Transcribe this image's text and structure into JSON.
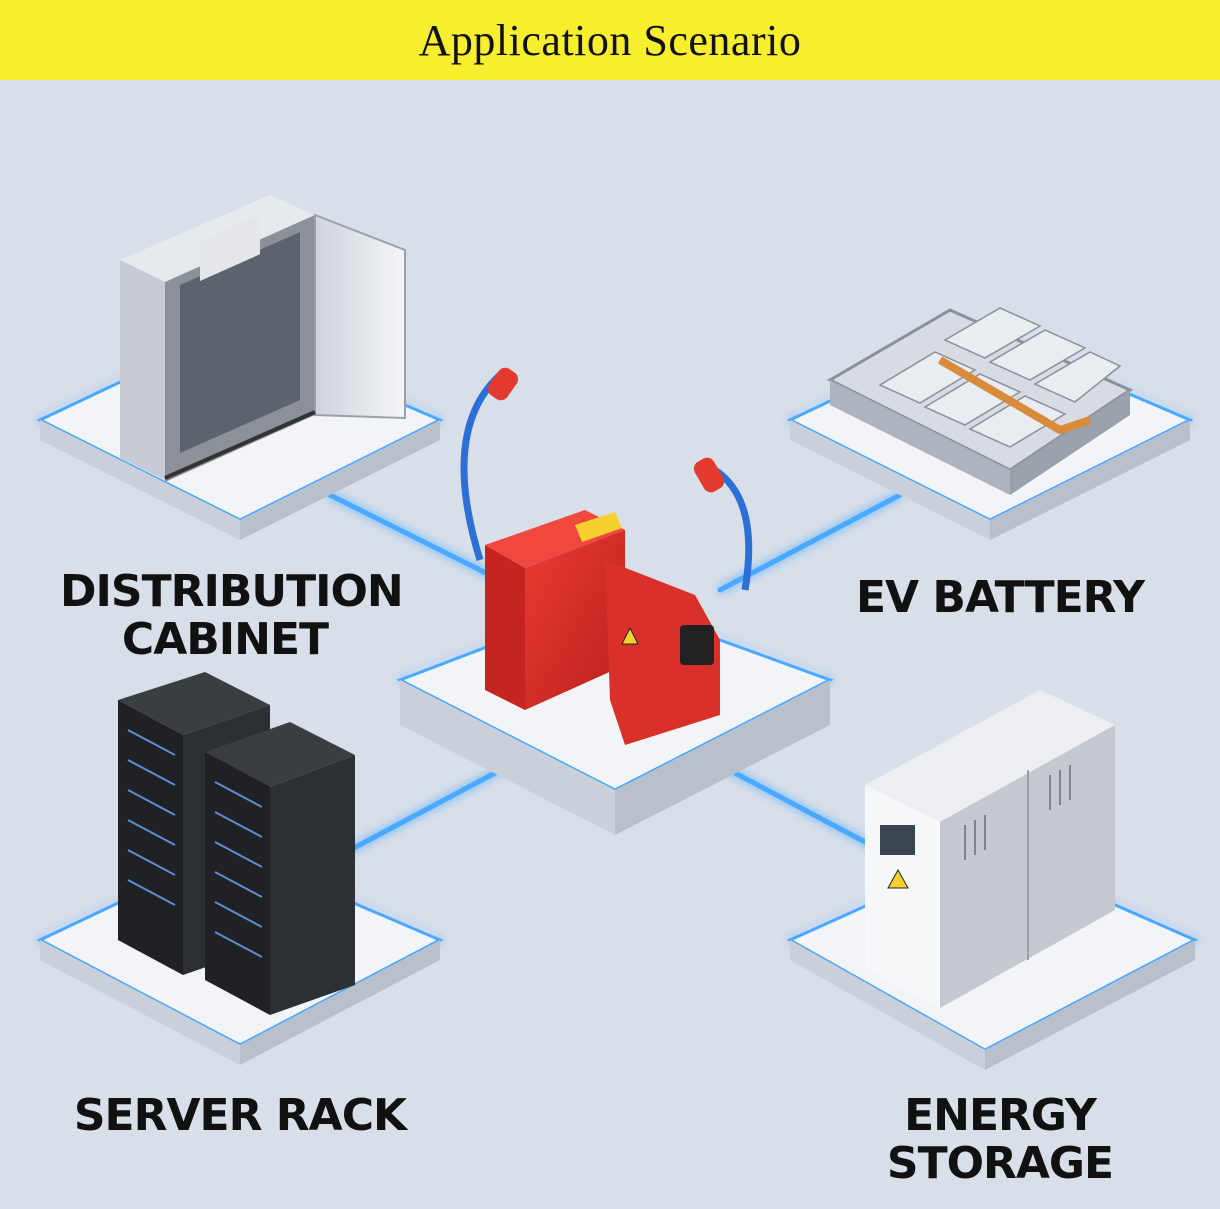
{
  "header": {
    "title": "Application Scenario"
  },
  "nodes": {
    "distribution_cabinet": {
      "label_line1": "DISTRIBUTION",
      "label_line2": "CABINET"
    },
    "ev_battery": {
      "label": "EV BATTERY"
    },
    "server_rack": {
      "label": "SERVER RACK"
    },
    "energy_storage": {
      "label": "ENERGY STORAGE"
    }
  },
  "colors": {
    "header_bg": "#f7ee2e",
    "background": "#d9dfe8",
    "connector_glow": "#4aa8ff",
    "device_red": "#e0302a",
    "platform": "#eef1f5"
  },
  "icons": {
    "center": "surge-protector-icon",
    "distribution_cabinet": "electrical-cabinet-icon",
    "ev_battery": "battery-pack-icon",
    "server_rack": "server-rack-icon",
    "energy_storage": "energy-storage-cabinet-icon"
  }
}
